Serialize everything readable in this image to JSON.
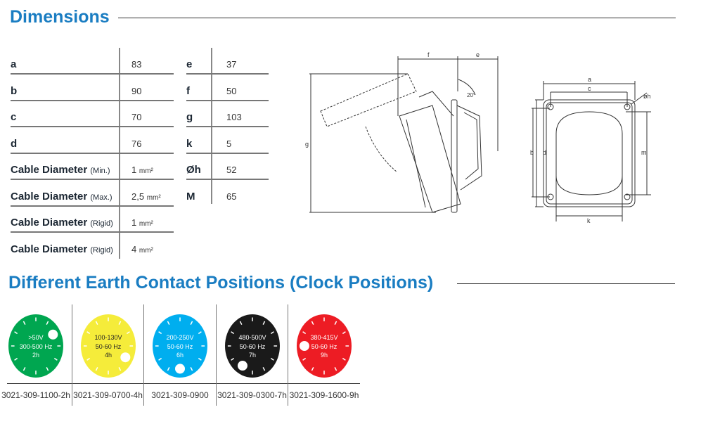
{
  "dimensions": {
    "title": "Dimensions",
    "left_table": [
      {
        "label": "a",
        "qualifier": "",
        "value": "83",
        "unit": ""
      },
      {
        "label": "b",
        "qualifier": "",
        "value": "90",
        "unit": ""
      },
      {
        "label": "c",
        "qualifier": "",
        "value": "70",
        "unit": ""
      },
      {
        "label": "d",
        "qualifier": "",
        "value": "76",
        "unit": ""
      },
      {
        "label": "Cable Diameter",
        "qualifier": "(Min.)",
        "value": "1",
        "unit": "mm²"
      },
      {
        "label": "Cable Diameter",
        "qualifier": "(Max.)",
        "value": "2,5",
        "unit": "mm²"
      },
      {
        "label": "Cable Diameter",
        "qualifier": "(Rigid)",
        "value": "1",
        "unit": "mm²"
      },
      {
        "label": "Cable Diameter",
        "qualifier": "(Rigid)",
        "value": "4",
        "unit": "mm²"
      }
    ],
    "right_table": [
      {
        "label": "e",
        "value": "37"
      },
      {
        "label": "f",
        "value": "50"
      },
      {
        "label": "g",
        "value": "103"
      },
      {
        "label": "k",
        "value": "5"
      },
      {
        "label": "Øh",
        "value": "52"
      },
      {
        "label": "M",
        "value": "65"
      }
    ],
    "drawing_labels": {
      "f": "f",
      "e": "e",
      "g": "g",
      "angle": "20°",
      "a": "a",
      "c": "c",
      "h": "øh",
      "b": "b",
      "d": "d",
      "m": "m",
      "k": "k"
    }
  },
  "earth": {
    "title": "Different Earth Contact Positions (Clock Positions)",
    "items": [
      {
        "voltage": ">50V",
        "freq": "300-500 Hz",
        "clock": "2h",
        "hour": 2,
        "color": "#00a650",
        "text_color": "#ffffff",
        "part": "3021-309-1100-2h"
      },
      {
        "voltage": "100-130V",
        "freq": "50-60 Hz",
        "clock": "4h",
        "hour": 4,
        "color": "#f5ec3a",
        "text_color": "#222222",
        "part": "3021-309-0700-4h"
      },
      {
        "voltage": "200-250V",
        "freq": "50-60 Hz",
        "clock": "6h",
        "hour": 6,
        "color": "#00aeef",
        "text_color": "#ffffff",
        "part": "3021-309-0900"
      },
      {
        "voltage": "480-500V",
        "freq": "50-60 Hz",
        "clock": "7h",
        "hour": 7,
        "color": "#1a1a1a",
        "text_color": "#ffffff",
        "part": "3021-309-0300-7h"
      },
      {
        "voltage": "380-415V",
        "freq": "50-60 Hz",
        "clock": "9h",
        "hour": 9,
        "color": "#ed1c24",
        "text_color": "#ffffff",
        "part": "3021-309-1600-9h"
      }
    ]
  }
}
